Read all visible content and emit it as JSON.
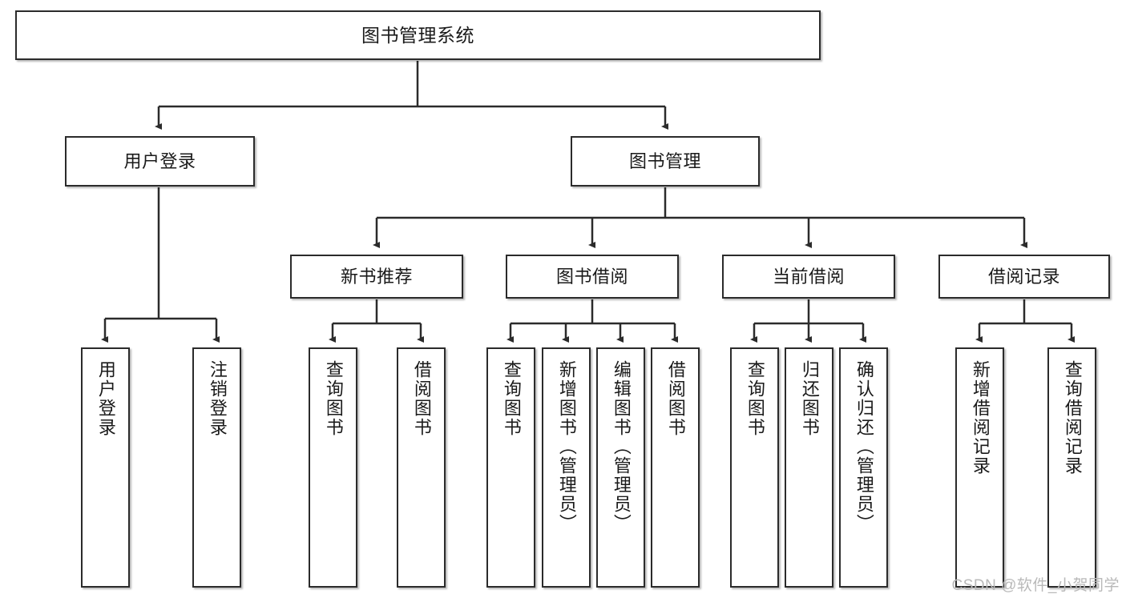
{
  "diagram": {
    "type": "tree-hierarchy",
    "title": "图书管理系统",
    "watermark": "CSDN @软件_小贺同学",
    "colors": {
      "box_border": "#2b2b2b",
      "box_fill": "#ffffff",
      "edge": "#2b2b2b",
      "text": "#1a1a1a",
      "watermark": "#b9b9b9",
      "background": "#ffffff"
    },
    "levels": {
      "root": {
        "label": "图书管理系统"
      },
      "level2": [
        {
          "id": "user-login",
          "label": "用户登录"
        },
        {
          "id": "book-manage",
          "label": "图书管理"
        }
      ],
      "level3": [
        {
          "id": "new-book-recommend",
          "label": "新书推荐"
        },
        {
          "id": "book-borrow",
          "label": "图书借阅"
        },
        {
          "id": "current-borrow",
          "label": "当前借阅"
        },
        {
          "id": "borrow-record",
          "label": "借阅记录"
        }
      ],
      "leaves": {
        "user-login": [
          {
            "id": "leaf-user-login",
            "label": "用户登录"
          },
          {
            "id": "leaf-user-logout",
            "label": "注销登录"
          }
        ],
        "new-book-recommend": [
          {
            "id": "leaf-query-book-1",
            "label": "查询图书"
          },
          {
            "id": "leaf-borrow-book-1",
            "label": "借阅图书"
          }
        ],
        "book-borrow": [
          {
            "id": "leaf-query-book-2",
            "label": "查询图书"
          },
          {
            "id": "leaf-add-book",
            "label": "新增图书（管理员）"
          },
          {
            "id": "leaf-edit-book",
            "label": "编辑图书（管理员）"
          },
          {
            "id": "leaf-borrow-book-2",
            "label": "借阅图书"
          }
        ],
        "current-borrow": [
          {
            "id": "leaf-query-book-3",
            "label": "查询图书"
          },
          {
            "id": "leaf-return-book",
            "label": "归还图书"
          },
          {
            "id": "leaf-confirm-return",
            "label": "确认归还（管理员）"
          }
        ],
        "borrow-record": [
          {
            "id": "leaf-add-record",
            "label": "新增借阅记录"
          },
          {
            "id": "leaf-query-record",
            "label": "查询借阅记录"
          }
        ]
      }
    },
    "edge_count": 16,
    "node_count": 20
  }
}
